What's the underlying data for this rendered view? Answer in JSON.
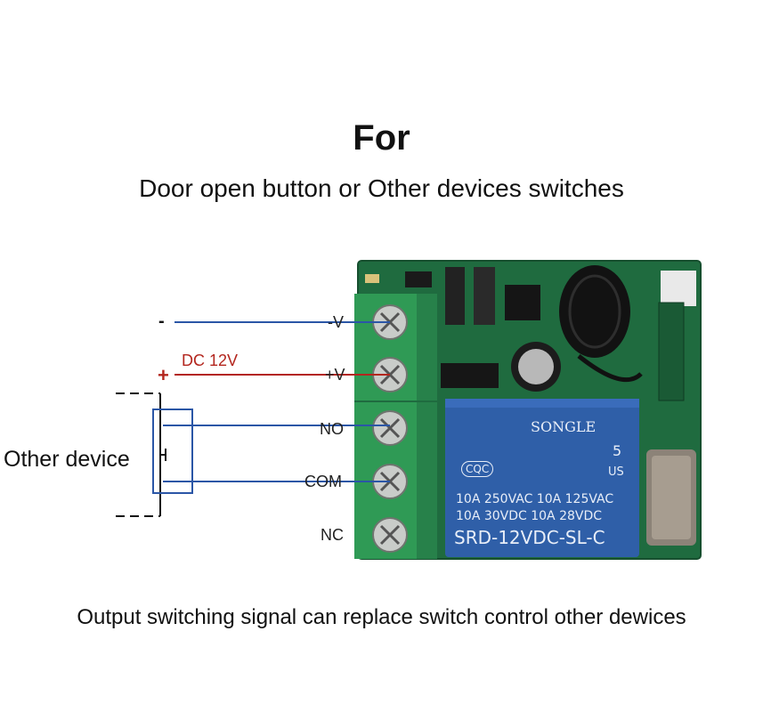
{
  "title": "For",
  "subtitle": "Door open button or Other devices switches",
  "footer": "Output switching signal can replace switch control other dewices",
  "device_label": "Other device",
  "power": {
    "dc_label": "DC 12V",
    "minus": "-",
    "plus": "+"
  },
  "terminals": [
    "-V",
    "+V",
    "NO",
    "COM",
    "NC"
  ],
  "relay": {
    "brand": "SONGLE",
    "number": "5",
    "ratings": [
      "10A 250VAC  10A 125VAC",
      "10A  30VDC  10A  28VDC"
    ],
    "model": "SRD-12VDC-SL-C",
    "cqc": "CQC",
    "us": "US"
  },
  "colors": {
    "blue_wire": "#2b56a6",
    "red_wire": "#b3261e",
    "pcb": "#1f6b3f",
    "terminal_block": "#2f9a55",
    "relay": "#2f5fa8"
  }
}
